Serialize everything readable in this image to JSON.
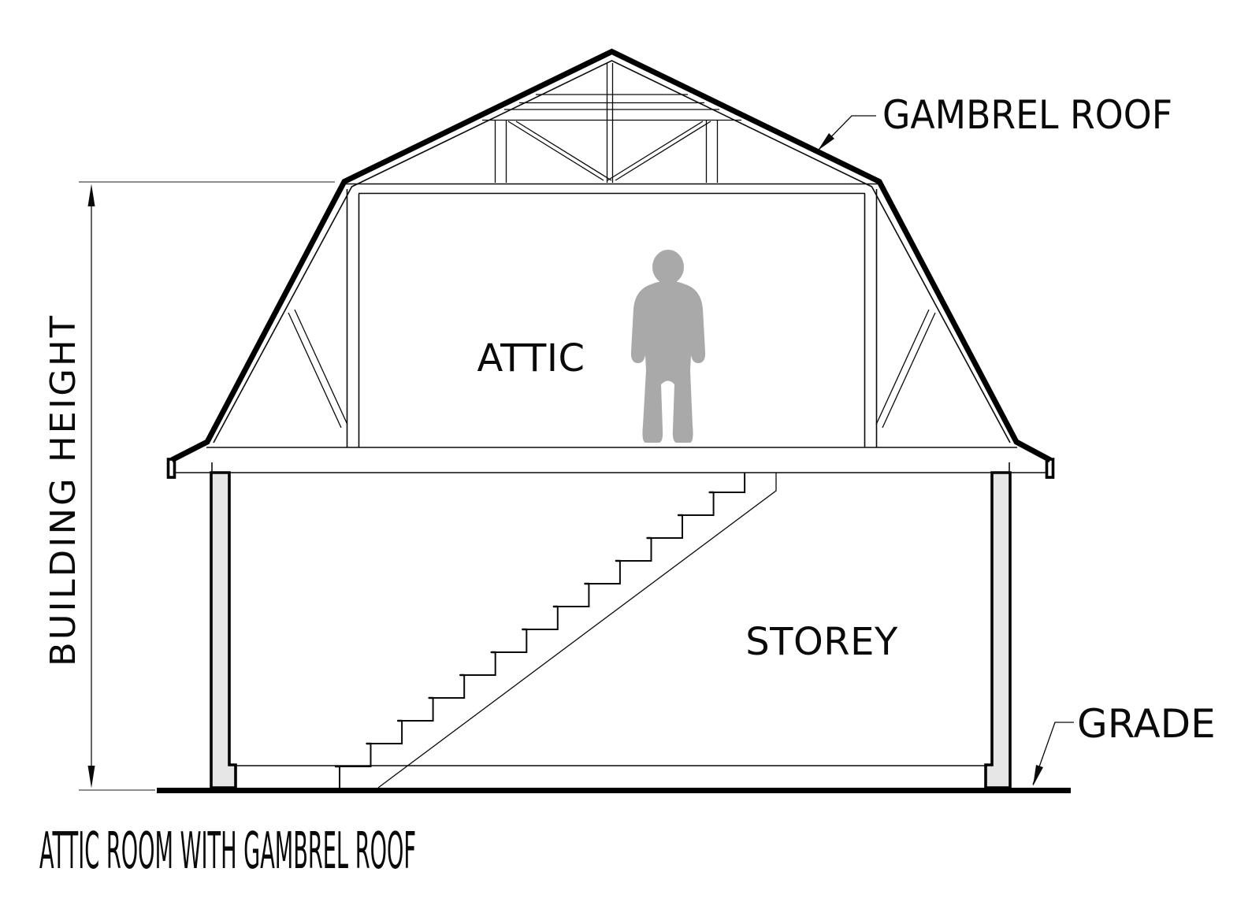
{
  "title": "ATTIC ROOM WITH GAMBREL ROOF",
  "labels": {
    "building_height": "BUILDING HEIGHT",
    "gambrel_roof": "GAMBREL ROOF",
    "attic": "ATTIC",
    "storey": "STOREY",
    "grade": "GRADE"
  },
  "colors": {
    "line": "#000000",
    "wall_fill": "#e6e6e6",
    "figure_fill": "#a9a9a9",
    "background": "#ffffff"
  }
}
